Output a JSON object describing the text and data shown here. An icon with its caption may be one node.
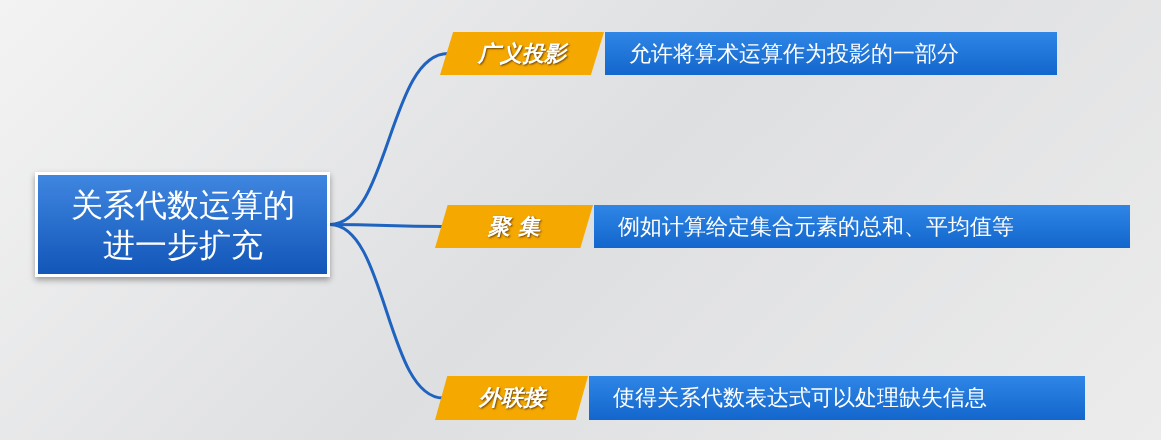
{
  "diagram": {
    "nodes": [
      {
        "text": [
          "关系代数运算的进一步扩充"
        ]
      },
      {
        "text": [
          "广义投影"
        ]
      },
      {
        "text": [
          "允许将算术运算作为投影的一部分"
        ]
      },
      {
        "text": [
          "聚 集"
        ]
      },
      {
        "text": [
          "例如计算给定集合元素的总和、平均值等"
        ]
      },
      {
        "text": [
          "外联接"
        ]
      },
      {
        "text": [
          "使得关系代数表达式可以处理缺失信息"
        ]
      }
    ],
    "edges": [
      {
        "from": 0,
        "to": 1,
        "arrow": "none"
      },
      {
        "from": 0,
        "to": 3,
        "arrow": "none"
      },
      {
        "from": 0,
        "to": 5,
        "arrow": "none"
      }
    ]
  }
}
